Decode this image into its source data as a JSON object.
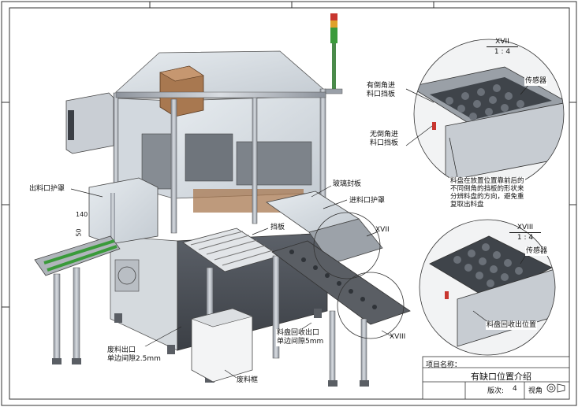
{
  "title_block": {
    "project_label": "项目名称：",
    "project_title": "有缺口位置介绍",
    "version_label": "版次:",
    "version_value": "4",
    "view_label": "视角"
  },
  "labels": {
    "outlet_guard": "出料口护罩",
    "glass_cover": "玻璃封板",
    "inlet_guard": "进料口护罩",
    "baffle": "挡板",
    "tray_return_outlet": [
      "料盘回收出口",
      "单边间隙5mm"
    ],
    "waste_outlet": [
      "废料出口",
      "单边间隙2.5mm"
    ],
    "waste_bin": "废料框",
    "dim_140": "140",
    "dim_50": "50"
  },
  "detail_a": {
    "id": "XVII",
    "scale": "1 : 4",
    "chamfer_inlet": [
      "有倒角进",
      "料口挡板"
    ],
    "no_chamfer_inlet": [
      "无倒角进",
      "料口挡板"
    ],
    "sensor": "传感器",
    "note": [
      "料盘在放置位置靠前后的",
      "不同倒角的挡板的形状来",
      "分辨料盘的方向，避免重",
      "复取出料盘"
    ]
  },
  "detail_b": {
    "id": "XVIII",
    "scale": "1 : 4",
    "sensor": "传感器",
    "tray_return": "料盘回收出位置"
  },
  "callouts": {
    "xvii": "XVII",
    "xviii": "XVIII"
  },
  "colors": {
    "frame": "#a9afb8",
    "accent": "#3a9a3a",
    "copper": "#a87850",
    "line": "#222222"
  }
}
